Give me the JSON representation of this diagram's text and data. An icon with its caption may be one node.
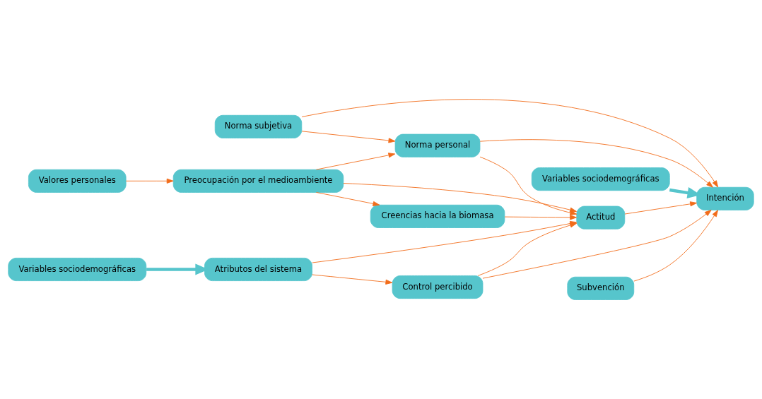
{
  "diagram": {
    "nodes": [
      {
        "text": [
          "Valores personales"
        ]
      },
      {
        "text": [
          "Preocupación por el medioambiente"
        ]
      },
      {
        "text": [
          "Norma subjetiva"
        ]
      },
      {
        "text": [
          "Norma personal"
        ]
      },
      {
        "text": [
          "Variables sociodemográficas"
        ]
      },
      {
        "text": [
          "Intención"
        ]
      },
      {
        "text": [
          "Creencias hacia la biomasa"
        ]
      },
      {
        "text": [
          "Actitud"
        ]
      },
      {
        "text": [
          "Atributos del sistema"
        ]
      },
      {
        "text": [
          "Control percibido"
        ]
      },
      {
        "text": [
          "Subvención"
        ]
      },
      {
        "text": [
          "Variables sociodemográficas"
        ]
      }
    ],
    "edges": [
      {
        "from": 0,
        "to": 1,
        "arrow": "to"
      },
      {
        "from": 1,
        "to": 3,
        "arrow": "to"
      },
      {
        "from": 2,
        "to": 3,
        "arrow": "to"
      },
      {
        "from": 2,
        "to": 5,
        "arrow": "to"
      },
      {
        "from": 3,
        "to": 5,
        "arrow": "to"
      },
      {
        "from": 4,
        "to": 5,
        "arrow": "to",
        "style": "thick",
        "color": "#56c5cc"
      },
      {
        "from": 1,
        "to": 6,
        "arrow": "to"
      },
      {
        "from": 1,
        "to": 7,
        "arrow": "to"
      },
      {
        "from": 3,
        "to": 7,
        "arrow": "to"
      },
      {
        "from": 6,
        "to": 7,
        "arrow": "to"
      },
      {
        "from": 7,
        "to": 5,
        "arrow": "to"
      },
      {
        "from": 8,
        "to": 7,
        "arrow": "to"
      },
      {
        "from": 8,
        "to": 9,
        "arrow": "to"
      },
      {
        "from": 9,
        "to": 7,
        "arrow": "to"
      },
      {
        "from": 9,
        "to": 5,
        "arrow": "to"
      },
      {
        "from": 10,
        "to": 5,
        "arrow": "to"
      },
      {
        "from": 11,
        "to": 8,
        "arrow": "to",
        "style": "thick",
        "color": "#56c5cc"
      }
    ]
  }
}
